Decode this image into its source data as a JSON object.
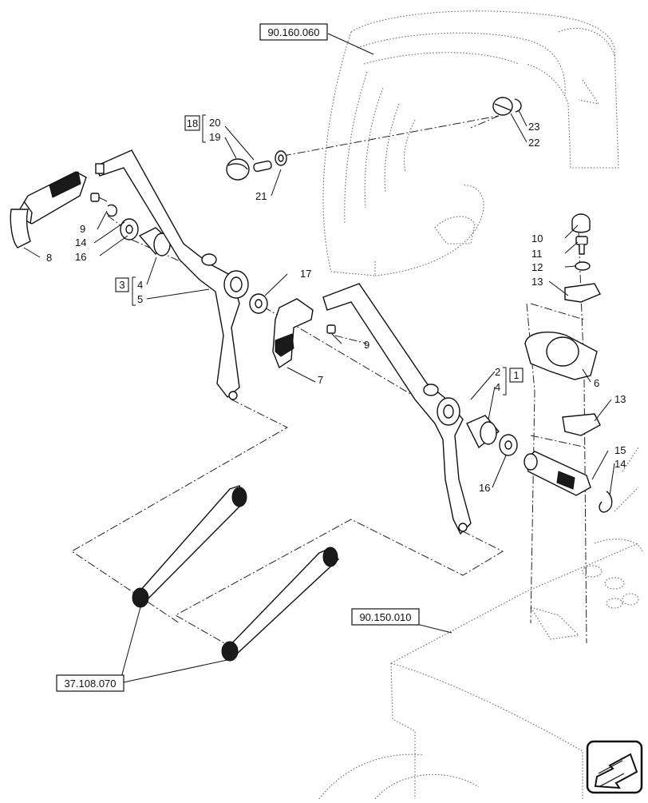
{
  "references": {
    "fender": "90.160.060",
    "platform": "90.150.010",
    "rods": "37.108.070"
  },
  "kits": {
    "kit_18": "18",
    "kit_3": "3",
    "kit_1": "1"
  },
  "callouts": {
    "c20": "20",
    "c19": "19",
    "c21": "21",
    "c23": "23",
    "c22": "22",
    "c9a": "9",
    "c14a": "14",
    "c16a": "16",
    "c8": "8",
    "c4a": "4",
    "c5": "5",
    "c17": "17",
    "c10": "10",
    "c11": "11",
    "c12": "12",
    "c13a": "13",
    "c9b": "9",
    "c7": "7",
    "c2": "2",
    "c4b": "4",
    "c6": "6",
    "c13b": "13",
    "c15": "15",
    "c14b": "14",
    "c16b": "16"
  },
  "icons": {
    "nav": "arrow-icon"
  }
}
